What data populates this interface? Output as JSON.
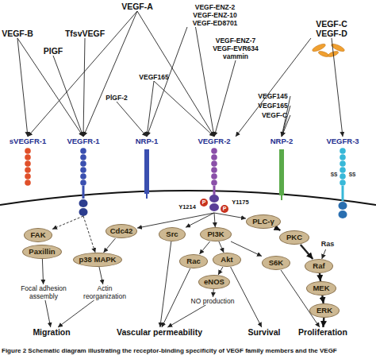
{
  "diagram": {
    "caption": "Figure 2 Schematic diagram illustrating the receptor-binding specificity of VEGF family members and the VEGF",
    "nodes": [
      {
        "text": [
          "VEGF-B"
        ]
      },
      {
        "text": [
          "PlGF"
        ]
      },
      {
        "text": [
          "TfsvVEGF"
        ]
      },
      {
        "text": [
          "VEGF-A"
        ]
      },
      {
        "text": [
          "VEGF-ENZ-2",
          "VEGF-ENZ-10",
          "VEGF-ED8701"
        ]
      },
      {
        "text": [
          "VEGF-ENZ-7",
          "VEGF-EVR634",
          "vammin"
        ]
      },
      {
        "text": [
          "VEGF-C",
          "VEGF-D"
        ]
      },
      {
        "text": [
          "PlGF-2"
        ]
      },
      {
        "text": [
          "VEGF165"
        ]
      },
      {
        "text": [
          "VEGF145"
        ]
      },
      {
        "text": [
          "VEGF165"
        ]
      },
      {
        "text": [
          "VEGF-C"
        ]
      },
      {
        "text": [
          "sVEGFR-1"
        ]
      },
      {
        "text": [
          "VEGFR-1"
        ]
      },
      {
        "text": [
          "NRP-1"
        ]
      },
      {
        "text": [
          "VEGFR-2"
        ]
      },
      {
        "text": [
          "NRP-2"
        ]
      },
      {
        "text": [
          "VEGFR-3"
        ]
      },
      {
        "text": [
          "FAK"
        ]
      },
      {
        "text": [
          "Paxillin"
        ]
      },
      {
        "text": [
          "Cdc42"
        ]
      },
      {
        "text": [
          "Src"
        ]
      },
      {
        "text": [
          "PI3K"
        ]
      },
      {
        "text": [
          "PLC-γ"
        ]
      },
      {
        "text": [
          "PKC"
        ]
      },
      {
        "text": [
          "p38 MAPK"
        ]
      },
      {
        "text": [
          "Rac"
        ]
      },
      {
        "text": [
          "Akt"
        ]
      },
      {
        "text": [
          "S6K"
        ]
      },
      {
        "text": [
          "Ras"
        ]
      },
      {
        "text": [
          "Raf"
        ]
      },
      {
        "text": [
          "eNOS"
        ]
      },
      {
        "text": [
          "MEK"
        ]
      },
      {
        "text": [
          "ERK"
        ]
      },
      {
        "text": [
          "Focal adhesion assembly"
        ]
      },
      {
        "text": [
          "Actin reorganization"
        ]
      },
      {
        "text": [
          "NO production"
        ]
      },
      {
        "text": [
          "Migration"
        ]
      },
      {
        "text": [
          "Vascular permeability"
        ]
      },
      {
        "text": [
          "Survival"
        ]
      },
      {
        "text": [
          "Proliferation"
        ]
      }
    ],
    "edges": [
      {
        "from": 0,
        "to": 12,
        "arrow": "to"
      },
      {
        "from": 0,
        "to": 13,
        "arrow": "to"
      },
      {
        "from": 1,
        "to": 13,
        "arrow": "to"
      },
      {
        "from": 2,
        "to": 13,
        "arrow": "to"
      },
      {
        "from": 3,
        "to": 12,
        "arrow": "to"
      },
      {
        "from": 3,
        "to": 13,
        "arrow": "to"
      },
      {
        "from": 3,
        "to": 15,
        "arrow": "to"
      },
      {
        "from": 7,
        "to": 14,
        "arrow": "to"
      },
      {
        "from": 8,
        "to": 14,
        "arrow": "to"
      },
      {
        "from": 8,
        "to": 15,
        "arrow": "to"
      },
      {
        "from": 4,
        "to": 14,
        "arrow": "to"
      },
      {
        "from": 4,
        "to": 15,
        "arrow": "to"
      },
      {
        "from": 5,
        "to": 15,
        "arrow": "to"
      },
      {
        "from": 9,
        "to": 16,
        "arrow": "to"
      },
      {
        "from": 10,
        "to": 16,
        "arrow": "to"
      },
      {
        "from": 11,
        "to": 16,
        "arrow": "to"
      },
      {
        "from": 6,
        "to": 15,
        "arrow": "to"
      },
      {
        "from": 6,
        "to": 17,
        "arrow": "to"
      },
      {
        "from": 13,
        "to": 18,
        "arrow": "to"
      },
      {
        "from": 13,
        "to": 25,
        "arrow": "to"
      },
      {
        "from": 15,
        "to": 20,
        "arrow": "to"
      },
      {
        "from": 15,
        "to": 21,
        "arrow": "to"
      },
      {
        "from": 15,
        "to": 22,
        "arrow": "to"
      },
      {
        "from": 15,
        "to": 23,
        "arrow": "to"
      },
      {
        "from": 19,
        "to": 34,
        "arrow": "to"
      },
      {
        "from": 20,
        "to": 25,
        "arrow": "to"
      },
      {
        "from": 25,
        "to": 35,
        "arrow": "to"
      },
      {
        "from": 34,
        "to": 37,
        "arrow": "to"
      },
      {
        "from": 35,
        "to": 37,
        "arrow": "to"
      },
      {
        "from": 21,
        "to": 38,
        "arrow": "to"
      },
      {
        "from": 22,
        "to": 26,
        "arrow": "to"
      },
      {
        "from": 22,
        "to": 27,
        "arrow": "to"
      },
      {
        "from": 22,
        "to": 28,
        "arrow": "to"
      },
      {
        "from": 26,
        "to": 38,
        "arrow": "to"
      },
      {
        "from": 27,
        "to": 31,
        "arrow": "to"
      },
      {
        "from": 27,
        "to": 39,
        "arrow": "to"
      },
      {
        "from": 31,
        "to": 36,
        "arrow": "to"
      },
      {
        "from": 36,
        "to": 38,
        "arrow": "to"
      },
      {
        "from": 28,
        "to": 40,
        "arrow": "to"
      },
      {
        "from": 23,
        "to": 24,
        "arrow": "to"
      },
      {
        "from": 24,
        "to": 30,
        "arrow": "to"
      },
      {
        "from": 29,
        "to": 30,
        "arrow": "to"
      },
      {
        "from": 30,
        "to": 32,
        "arrow": "to"
      },
      {
        "from": 32,
        "to": 33,
        "arrow": "to"
      },
      {
        "from": 33,
        "to": 40,
        "arrow": "to"
      }
    ],
    "labels": [
      "Y1214",
      "P",
      "P",
      "Y1175",
      "SS",
      "SS"
    ]
  }
}
